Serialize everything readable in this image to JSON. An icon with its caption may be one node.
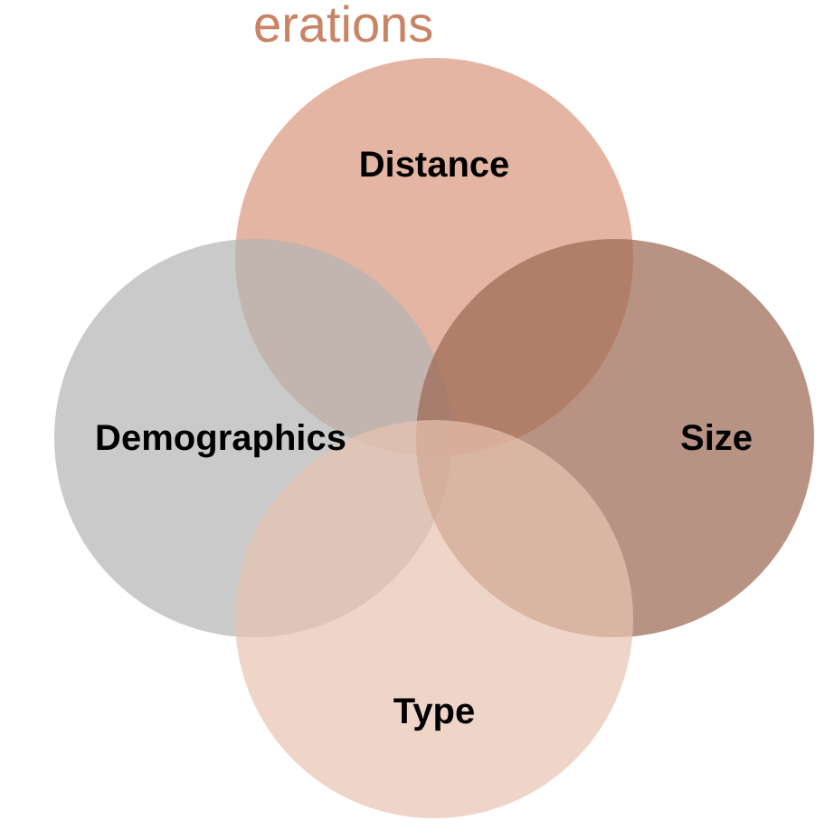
{
  "diagram": {
    "title": "erations",
    "nodes": [
      {
        "text": [
          "Distance"
        ]
      },
      {
        "text": [
          "Demographics"
        ]
      },
      {
        "text": [
          "Size"
        ]
      },
      {
        "text": [
          "Type"
        ]
      }
    ]
  }
}
